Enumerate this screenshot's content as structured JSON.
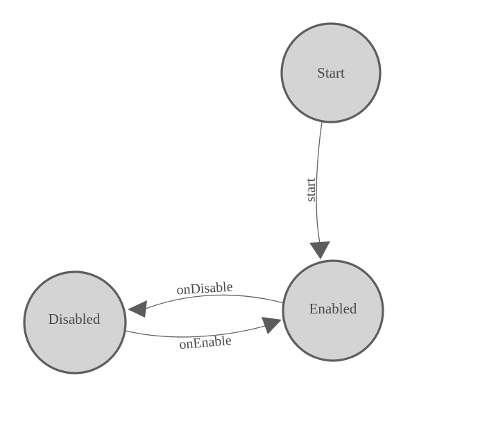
{
  "diagram": {
    "type": "state-machine",
    "background_color": "#ffffff",
    "node_fill_color": "#d4d4d4",
    "node_stroke_color": "#5e5e5e",
    "edge_color": "#636363",
    "arrowhead_color": "#5c5c5c",
    "label_color": "#4a4a4a",
    "nodes": [
      {
        "id": "start",
        "label": "Start",
        "shape": "circle"
      },
      {
        "id": "enabled",
        "label": "Enabled",
        "shape": "circle"
      },
      {
        "id": "disabled",
        "label": "Disabled",
        "shape": "circle"
      }
    ],
    "edges": [
      {
        "from": "start",
        "to": "enabled",
        "label": "start"
      },
      {
        "from": "enabled",
        "to": "disabled",
        "label": "onDisable"
      },
      {
        "from": "disabled",
        "to": "enabled",
        "label": "onEnable"
      }
    ]
  }
}
